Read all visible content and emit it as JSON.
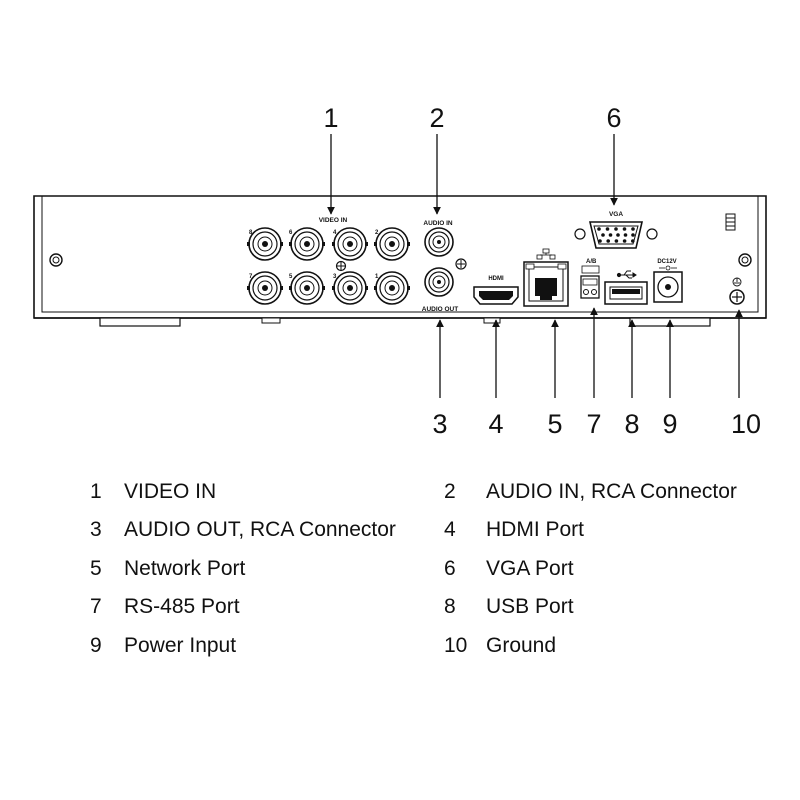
{
  "callouts": [
    "1",
    "2",
    "3",
    "4",
    "5",
    "6",
    "7",
    "8",
    "9",
    "10"
  ],
  "panel_labels": {
    "video_in": "VIDEO IN",
    "audio_in": "AUDIO IN",
    "audio_out": "AUDIO OUT",
    "vga": "VGA",
    "hdmi": "HDMI",
    "rs485": "A/B",
    "power": "DC12V",
    "bnc_top": [
      "8",
      "6",
      "4",
      "2"
    ],
    "bnc_bottom": [
      "7",
      "5",
      "3",
      "1"
    ]
  },
  "legend": [
    {
      "num": "1",
      "label": "VIDEO IN"
    },
    {
      "num": "2",
      "label": "AUDIO IN, RCA Connector"
    },
    {
      "num": "3",
      "label": "AUDIO OUT, RCA Connector"
    },
    {
      "num": "4",
      "label": "HDMI Port"
    },
    {
      "num": "5",
      "label": "Network Port"
    },
    {
      "num": "6",
      "label": "VGA Port"
    },
    {
      "num": "7",
      "label": "RS-485 Port"
    },
    {
      "num": "8",
      "label": "USB Port"
    },
    {
      "num": "9",
      "label": "Power Input"
    },
    {
      "num": "10",
      "label": "Ground"
    }
  ]
}
